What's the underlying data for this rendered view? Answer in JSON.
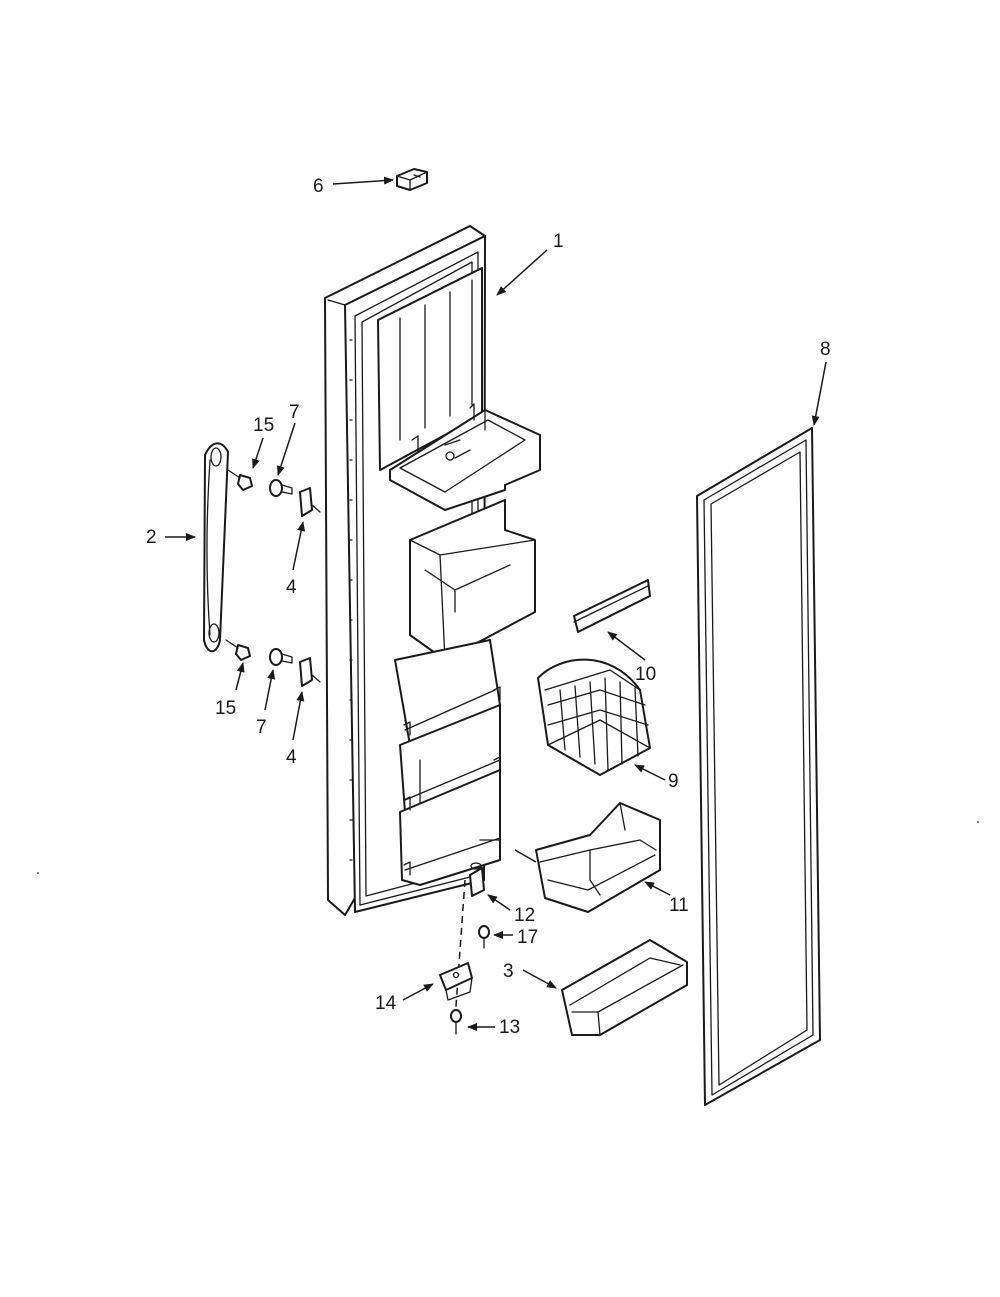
{
  "diagram": {
    "callouts": {
      "c1": "1",
      "c2": "2",
      "c3": "3",
      "c4a": "4",
      "c4b": "4",
      "c6": "6",
      "c7a": "7",
      "c7b": "7",
      "c8": "8",
      "c9": "9",
      "c10": "10",
      "c11": "11",
      "c12": "12",
      "c13": "13",
      "c14": "14",
      "c15a": "15",
      "c15b": "15",
      "c17": "17"
    }
  }
}
